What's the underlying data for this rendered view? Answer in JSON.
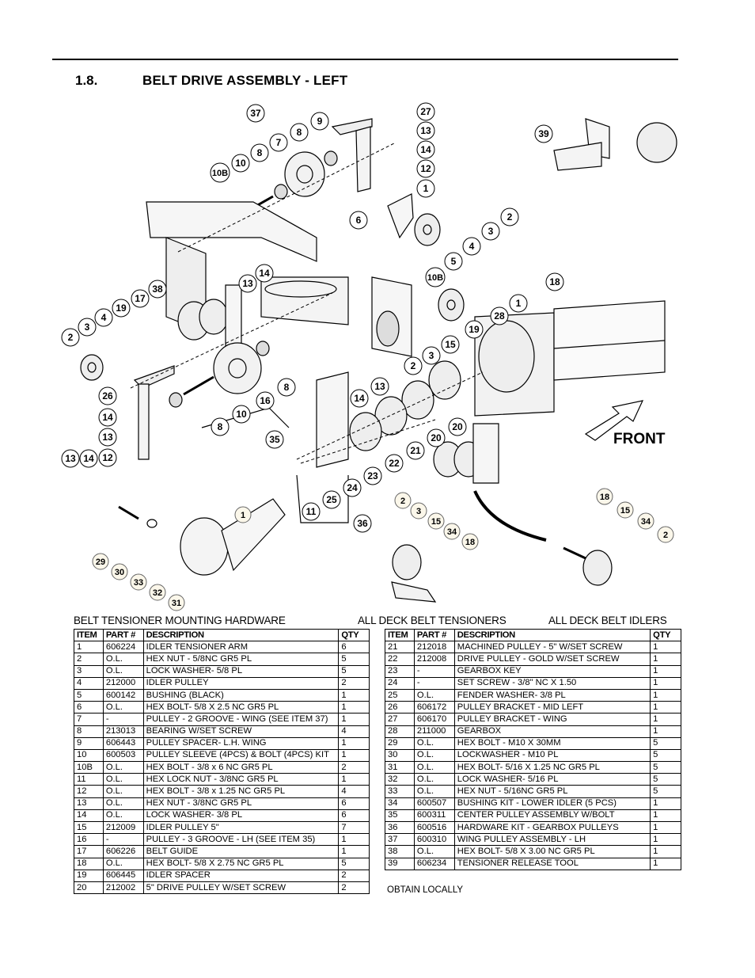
{
  "section": {
    "number": "1.8.",
    "title": "BELT DRIVE ASSEMBLY - LEFT"
  },
  "diagram": {
    "front_label": "FRONT",
    "callouts": [
      "37",
      "9",
      "27",
      "13",
      "14",
      "12",
      "8",
      "7",
      "8",
      "10",
      "10B",
      "1",
      "39",
      "6",
      "2",
      "3",
      "4",
      "5",
      "10B",
      "18",
      "14",
      "13",
      "38",
      "17",
      "19",
      "4",
      "3",
      "2",
      "1",
      "28",
      "19",
      "15",
      "3",
      "2",
      "26",
      "14",
      "13",
      "13",
      "14",
      "12",
      "16",
      "8",
      "10",
      "8",
      "35",
      "14",
      "13",
      "20",
      "20",
      "21",
      "22",
      "23",
      "24",
      "25",
      "11",
      "36",
      "1",
      "29",
      "30",
      "33",
      "32",
      "31",
      "2",
      "3",
      "15",
      "34",
      "18",
      "18",
      "15",
      "34",
      "2"
    ]
  },
  "captions": {
    "hardware": "BELT TENSIONER MOUNTING HARDWARE",
    "tensioners": "ALL DECK BELT TENSIONERS",
    "idlers": "ALL DECK BELT IDLERS"
  },
  "table_headers": {
    "item": "ITEM",
    "part": "PART #",
    "description": "DESCRIPTION",
    "qty": "QTY"
  },
  "parts_left": [
    {
      "item": "1",
      "part": "606224",
      "desc": "IDLER TENSIONER ARM",
      "qty": "6"
    },
    {
      "item": "2",
      "part": "O.L.",
      "desc": "HEX NUT - 5/8NC GR5 PL",
      "qty": "5"
    },
    {
      "item": "3",
      "part": "O.L.",
      "desc": "LOCK WASHER- 5/8 PL",
      "qty": "5"
    },
    {
      "item": "4",
      "part": "212000",
      "desc": "IDLER PULLEY",
      "qty": "2"
    },
    {
      "item": "5",
      "part": "600142",
      "desc": "BUSHING (BLACK)",
      "qty": "1"
    },
    {
      "item": "6",
      "part": "O.L.",
      "desc": "HEX BOLT- 5/8 X 2.5 NC GR5 PL",
      "qty": "1"
    },
    {
      "item": "7",
      "part": "-",
      "desc": "PULLEY - 2 GROOVE - WING (SEE ITEM 37)",
      "qty": "1"
    },
    {
      "item": "8",
      "part": "213013",
      "desc": "BEARING W/SET SCREW",
      "qty": "4"
    },
    {
      "item": "9",
      "part": "606443",
      "desc": "PULLEY SPACER- L.H. WING",
      "qty": "1"
    },
    {
      "item": "10",
      "part": "600503",
      "desc": "PULLEY SLEEVE (4PCS) & BOLT (4PCS) KIT",
      "qty": "1"
    },
    {
      "item": "10B",
      "part": "O.L.",
      "desc": "HEX BOLT - 3/8 x 6 NC GR5 PL",
      "qty": "2"
    },
    {
      "item": "11",
      "part": "O.L.",
      "desc": "HEX LOCK NUT - 3/8NC GR5 PL",
      "qty": "1"
    },
    {
      "item": "12",
      "part": "O.L.",
      "desc": "HEX BOLT - 3/8 x 1.25 NC GR5 PL",
      "qty": "4"
    },
    {
      "item": "13",
      "part": "O.L.",
      "desc": "HEX NUT - 3/8NC GR5 PL",
      "qty": "6"
    },
    {
      "item": "14",
      "part": "O.L.",
      "desc": "LOCK WASHER- 3/8 PL",
      "qty": "6"
    },
    {
      "item": "15",
      "part": "212009",
      "desc": "IDLER PULLEY 5\"",
      "qty": "7"
    },
    {
      "item": "16",
      "part": "-",
      "desc": "PULLEY - 3 GROOVE - LH (SEE ITEM 35)",
      "qty": "1"
    },
    {
      "item": "17",
      "part": "606226",
      "desc": "BELT GUIDE",
      "qty": "1"
    },
    {
      "item": "18",
      "part": "O.L.",
      "desc": "HEX BOLT- 5/8 X 2.75 NC GR5 PL",
      "qty": "5"
    },
    {
      "item": "19",
      "part": "606445",
      "desc": "IDLER SPACER",
      "qty": "2"
    },
    {
      "item": "20",
      "part": "212002",
      "desc": "5\" DRIVE PULLEY W/SET SCREW",
      "qty": "2"
    }
  ],
  "parts_right": [
    {
      "item": "21",
      "part": "212018",
      "desc": "MACHINED PULLEY - 5\" W/SET SCREW",
      "qty": "1"
    },
    {
      "item": "22",
      "part": "212008",
      "desc": "DRIVE PULLEY - GOLD W/SET SCREW",
      "qty": "1"
    },
    {
      "item": "23",
      "part": "-",
      "desc": "GEARBOX KEY",
      "qty": "1"
    },
    {
      "item": "24",
      "part": "-",
      "desc": "SET SCREW - 3/8\" NC X 1.50",
      "qty": "1"
    },
    {
      "item": "25",
      "part": "O.L.",
      "desc": "FENDER WASHER- 3/8 PL",
      "qty": "1"
    },
    {
      "item": "26",
      "part": "606172",
      "desc": "PULLEY BRACKET - MID LEFT",
      "qty": "1"
    },
    {
      "item": "27",
      "part": "606170",
      "desc": "PULLEY BRACKET - WING",
      "qty": "1"
    },
    {
      "item": "28",
      "part": "211000",
      "desc": "GEARBOX",
      "qty": "1"
    },
    {
      "item": "29",
      "part": "O.L.",
      "desc": "HEX BOLT - M10 X 30MM",
      "qty": "5"
    },
    {
      "item": "30",
      "part": "O.L.",
      "desc": "LOCKWASHER - M10 PL",
      "qty": "5"
    },
    {
      "item": "31",
      "part": "O.L.",
      "desc": "HEX BOLT- 5/16 X 1.25 NC GR5 PL",
      "qty": "5"
    },
    {
      "item": "32",
      "part": "O.L.",
      "desc": "LOCK WASHER- 5/16 PL",
      "qty": "5"
    },
    {
      "item": "33",
      "part": "O.L.",
      "desc": "HEX NUT - 5/16NC GR5 PL",
      "qty": "5"
    },
    {
      "item": "34",
      "part": "600507",
      "desc": "BUSHING KIT - LOWER IDLER (5 PCS)",
      "qty": "1"
    },
    {
      "item": "35",
      "part": "600311",
      "desc": "CENTER PULLEY ASSEMBLY W/BOLT",
      "qty": "1"
    },
    {
      "item": "36",
      "part": "600516",
      "desc": "HARDWARE KIT - GEARBOX PULLEYS",
      "qty": "1"
    },
    {
      "item": "37",
      "part": "600310",
      "desc": "WING PULLEY ASSEMBLY - LH",
      "qty": "1"
    },
    {
      "item": "38",
      "part": "O.L.",
      "desc": "HEX BOLT- 5/8 X 3.00 NC GR5 PL",
      "qty": "1"
    },
    {
      "item": "39",
      "part": "606234",
      "desc": "TENSIONER RELEASE TOOL",
      "qty": "1"
    }
  ],
  "note": "OBTAIN LOCALLY"
}
